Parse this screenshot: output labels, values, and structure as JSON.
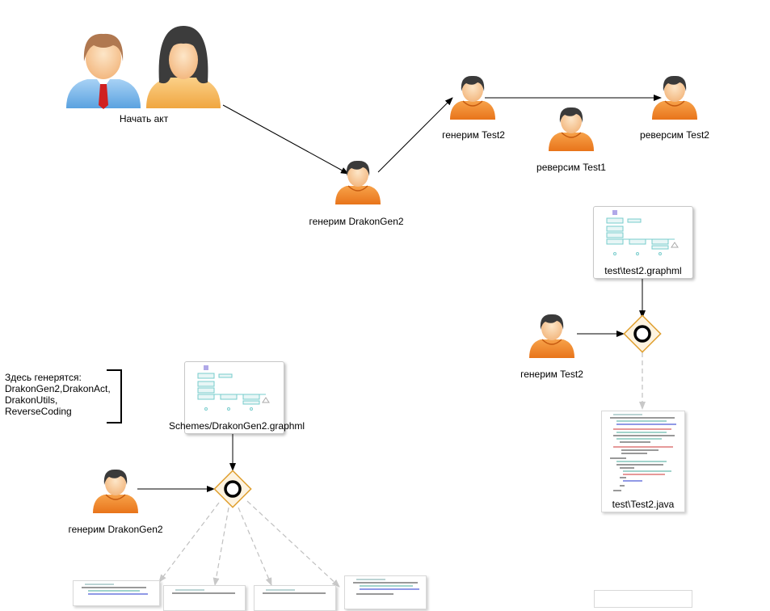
{
  "actors": {
    "start_act": "Начать акт",
    "gen_drakongen2_top": "генерим DrakonGen2",
    "gen_test2_top": "генерим Test2",
    "reverse_test1": "реверсим Test1",
    "reverse_test2": "реверсим Test2",
    "gen_test2_mid": "генерим Test2",
    "gen_drakongen2_bottom": "генерим DrakonGen2"
  },
  "files": {
    "test2_graphml": "test\\test2.graphml",
    "test2_java": "test\\Test2.java",
    "drakongen2_graphml": "Schemes/DrakonGen2.graphml"
  },
  "note": {
    "text": "Здесь генерятся:\nDrakonGen2,DrakonAct,\nDrakonUtils,\nReverseCoding"
  },
  "colors": {
    "orange_person": "#f08a2c",
    "blue_shirt": "#7fb9ea",
    "gateway_border": "#e0a030",
    "dashed_flow": "#c0c0c0"
  }
}
